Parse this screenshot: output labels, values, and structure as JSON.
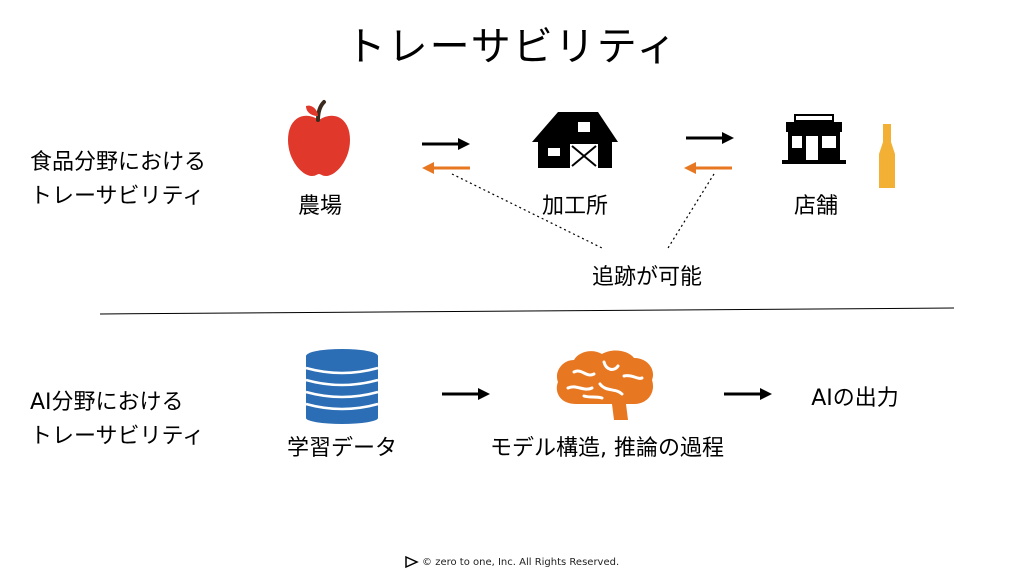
{
  "title": "トレーサビリティ",
  "food": {
    "label_line1": "食品分野における",
    "label_line2": "トレーサビリティ",
    "nodes": [
      "農場",
      "加工所",
      "店舗"
    ],
    "trace_note": "追跡が可能",
    "colors": {
      "apple": "#E0382B",
      "leaf": "#3B2A1E",
      "back_arrow": "#E87722",
      "bottle": "#F2B134"
    }
  },
  "ai": {
    "label_line1": "AI分野における",
    "label_line2": "トレーサビリティ",
    "nodes": [
      "学習データ",
      "モデル構造, 推論の過程",
      "AIの出力"
    ],
    "colors": {
      "database": "#2C6EB5",
      "brain": "#E87722"
    }
  },
  "footer": "© zero to one, Inc. All Rights Reserved."
}
